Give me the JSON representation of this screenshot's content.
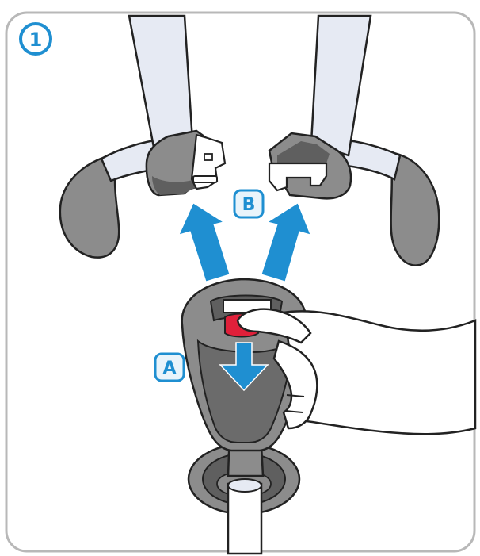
{
  "step": {
    "number": "1"
  },
  "labels": {
    "a": "A",
    "b": "B"
  },
  "colors": {
    "accent": "#1f8fd1",
    "belt": "#e6eaf3",
    "plastic_gray": "#8c8c8c",
    "plastic_dark": "#5f5f5f",
    "release_button": "#e0203a",
    "skin": "#ffffff",
    "outline": "#222222"
  },
  "icons": {
    "release_arrow": "arrow-down-icon",
    "tongue_arrows": "arrow-up-icon"
  }
}
